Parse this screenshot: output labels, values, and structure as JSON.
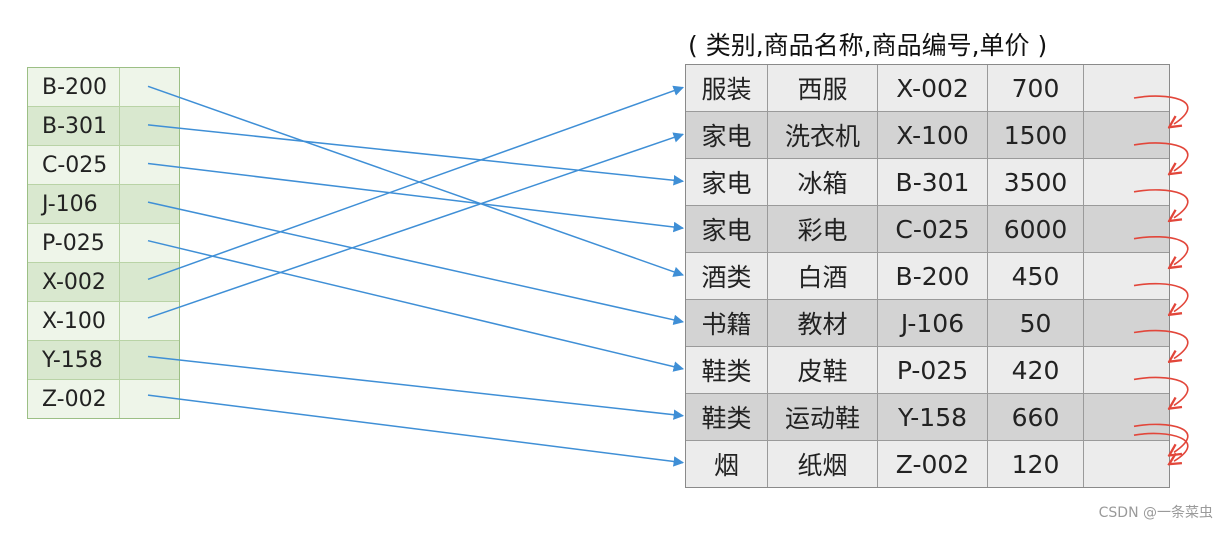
{
  "caption": "( 类别,商品名称,商品编号,单价 )",
  "index_keys": [
    "B-200",
    "B-301",
    "C-025",
    "J-106",
    "P-025",
    "X-002",
    "X-100",
    "Y-158",
    "Z-002"
  ],
  "rows": [
    {
      "category": "服装",
      "name": "西服",
      "code": "X-002",
      "price": "700"
    },
    {
      "category": "家电",
      "name": "洗衣机",
      "code": "X-100",
      "price": "1500"
    },
    {
      "category": "家电",
      "name": "冰箱",
      "code": "B-301",
      "price": "3500"
    },
    {
      "category": "家电",
      "name": "彩电",
      "code": "C-025",
      "price": "6000"
    },
    {
      "category": "酒类",
      "name": "白酒",
      "code": "B-200",
      "price": "450"
    },
    {
      "category": "书籍",
      "name": "教材",
      "code": "J-106",
      "price": "50"
    },
    {
      "category": "鞋类",
      "name": "皮鞋",
      "code": "P-025",
      "price": "420"
    },
    {
      "category": "鞋类",
      "name": "运动鞋",
      "code": "Y-158",
      "price": "660"
    },
    {
      "category": "烟",
      "name": "纸烟",
      "code": "Z-002",
      "price": "120"
    }
  ],
  "colors": {
    "pointer_line": "#3f8fd6",
    "chain_arrow": "#e2463a"
  },
  "watermark": "CSDN @一条菜虫"
}
